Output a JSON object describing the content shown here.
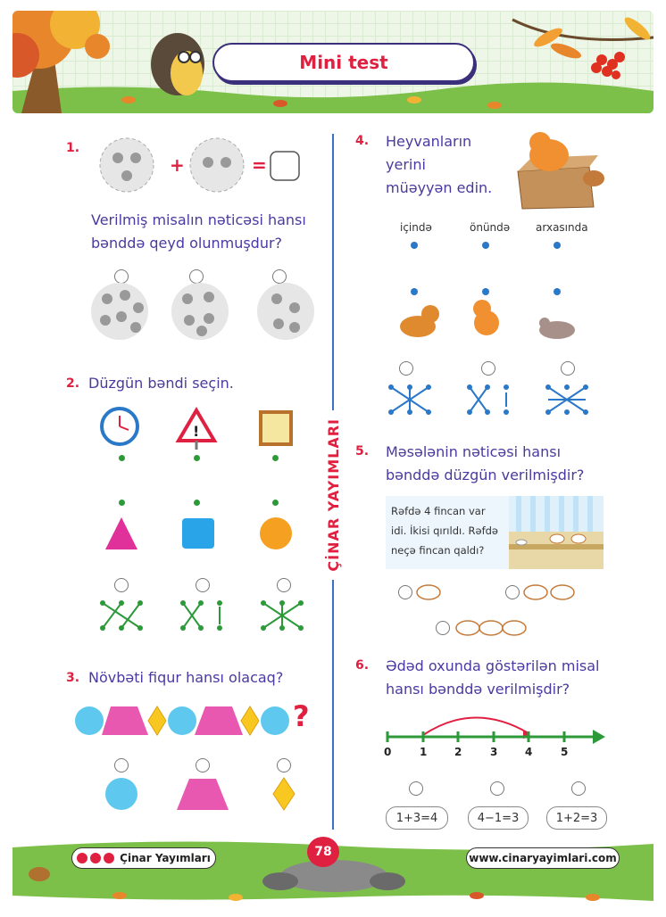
{
  "header": {
    "title": "Mini test"
  },
  "publisher_vertical": "ÇİNAR YAYIMLARI",
  "questions": {
    "q1": {
      "num": "1.",
      "text1": "Verilmiş misalın nəticəsi hansı",
      "text2": "bənddə qeyd olunmuşdur?"
    },
    "q2": {
      "num": "2.",
      "text": "Düzgün bəndi seçin."
    },
    "q3": {
      "num": "3.",
      "text": "Növbəti fiqur hansı olacaq?",
      "question_mark": "?"
    },
    "q4": {
      "num": "4.",
      "text1": "Heyvanların",
      "text2": "yerini",
      "text3": "müəyyən edin.",
      "labels": [
        "içində",
        "önündə",
        "arxasında"
      ]
    },
    "q5": {
      "num": "5.",
      "text1": "Məsələnin nəticəsi hansı",
      "text2": "bənddə düzgün verilmişdir?",
      "problem1": "Rəfdə 4 fincan var",
      "problem2": "idi. İkisi qırıldı. Rəfdə",
      "problem3": "neçə fincan qaldı?"
    },
    "q6": {
      "num": "6.",
      "text1": "Ədəd oxunda göstərilən misal",
      "text2": "hansı bənddə verilmişdir?",
      "ticks": [
        "0",
        "1",
        "2",
        "3",
        "4",
        "5"
      ],
      "options": [
        "1+3=4",
        "4−1=3",
        "1+2=3"
      ]
    }
  },
  "footer": {
    "publisher": "Çinar Yayımları",
    "page": "78",
    "website": "www.cinaryayimlari.com"
  },
  "colors": {
    "accent_red": "#e02040",
    "text_purple": "#4a3aa0",
    "green": "#2d9a3a",
    "blue": "#3b6fc8"
  }
}
